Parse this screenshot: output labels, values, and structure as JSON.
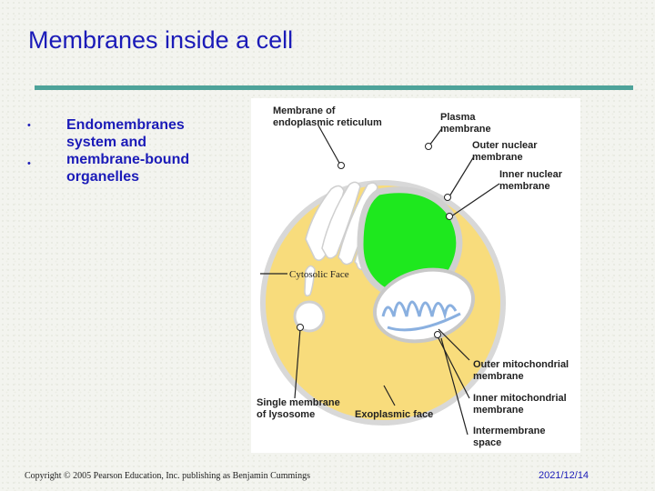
{
  "slide": {
    "title": "Membranes inside a cell",
    "bullets": [
      {
        "text": "Endomembranes system and membrane-bound organelles"
      },
      {
        "text": ""
      }
    ],
    "footer_copyright": "Copyright © 2005 Pearson Education, Inc. publishing as Benjamin Cummings",
    "footer_date": "2021/12/14"
  },
  "diagram": {
    "labels": {
      "er_membrane_1": "Membrane of",
      "er_membrane_2": "endoplasmic reticulum",
      "plasma_1": "Plasma",
      "plasma_2": "membrane",
      "outer_nuclear_1": "Outer nuclear",
      "outer_nuclear_2": "membrane",
      "inner_nuclear_1": "Inner nuclear",
      "inner_nuclear_2": "membrane",
      "cytosolic_face": "Cytosolic Face",
      "outer_mito_1": "Outer mitochondrial",
      "outer_mito_2": "membrane",
      "inner_mito_1": "Inner mitochondrial",
      "inner_mito_2": "membrane",
      "lysosome_1": "Single membrane",
      "lysosome_2": "of lysosome",
      "exoplasmic_face": "Exoplasmic face",
      "intermembrane_1": "Intermembrane",
      "intermembrane_2": "space"
    },
    "colors": {
      "cytoplasm": "#f8dc7c",
      "nucleus": "#1ee81e",
      "membrane": "#cfcfcf",
      "title": "#1b1bb8",
      "rule": "#4ea39a"
    }
  }
}
